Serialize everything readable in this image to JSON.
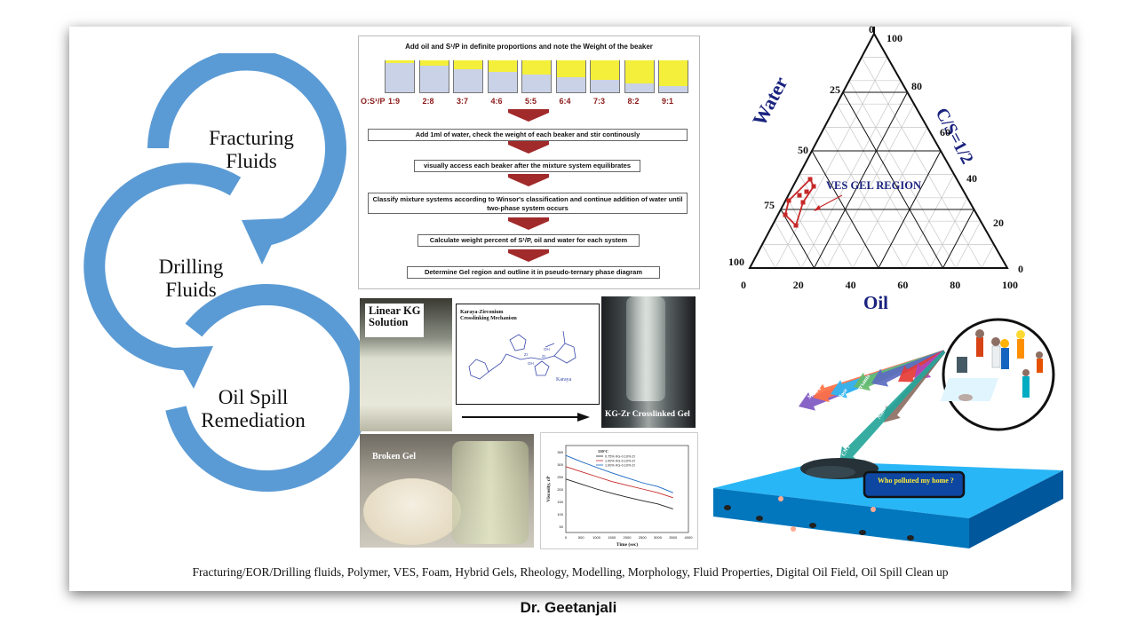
{
  "cycle": {
    "label_1": "Fracturing\nFluids",
    "label_2": "Drilling\nFluids",
    "label_3": "Oil Spill\nRemediation",
    "arrow_color": "#5b9bd5"
  },
  "flowchart": {
    "title": "Add oil and S¹/P in definite proportions and note the Weight of the beaker",
    "ratio_prefix": "O:S¹/P",
    "ratios": [
      "1:9",
      "2:8",
      "3:7",
      "4:6",
      "5:5",
      "6:4",
      "7:3",
      "8:2",
      "9:1"
    ],
    "oil_fractions": [
      0.1,
      0.2,
      0.3,
      0.4,
      0.5,
      0.6,
      0.7,
      0.8,
      0.9
    ],
    "steps": [
      "Add 1ml of water, check the weight of each beaker and stir continously",
      "visually access each beaker after the mixture system equilibrates",
      "Classify mixture systems according to Winsor's classification and continue addition of water until two-phase system occurs",
      "Calculate weight percent of S¹/P, oil and water for each system",
      "Determine Gel region and outline it in pseudo-ternary phase diagram"
    ]
  },
  "ternary": {
    "axis_water": "Water",
    "axis_oil": "Oil",
    "axis_cs": "C/S=1/2",
    "region_label": "VES GEL REGION",
    "oil_ticks": [
      "0",
      "20",
      "40",
      "60",
      "80",
      "100"
    ],
    "water_ticks": [
      "0",
      "25",
      "50",
      "75",
      "100"
    ],
    "cs_ticks": [
      "100",
      "80",
      "60",
      "40",
      "20",
      "0"
    ]
  },
  "photos": {
    "linear_label": "Linear KG Solution",
    "mechanism_title": "Karaya-Zirconium Crosslinking Mechanism",
    "mechanism_karaya": "Karaya",
    "crosslinked_label": "KG-Zr Crosslinked Gel",
    "broken_label": "Broken Gel"
  },
  "viscosity_chart": {
    "ylabel": "Viscosity, cP",
    "xlabel": "Time (sec)",
    "temp": "130°C",
    "legend": [
      "0.75% KG-0.10% Zr",
      "1.00% KG-0.10% Zr",
      "1.00% KG-0.10% Zr"
    ],
    "yticks": [
      "50",
      "100",
      "150",
      "200",
      "250",
      "300",
      "350"
    ],
    "xticks": [
      "0",
      "500",
      "1000",
      "1500",
      "2000",
      "2500",
      "3000",
      "3500",
      "4000"
    ]
  },
  "oil_spill": {
    "speech": "Who polluted my home ?",
    "arrows": [
      "MNPs",
      "Sorbents",
      "Nanocellulose",
      "Nano dispersants",
      "Nanomembranes",
      "CNT"
    ]
  },
  "footer": "Fracturing/EOR/Drilling  fluids, Polymer, VES, Foam, Hybrid Gels, Rheology, Modelling,  Morphology, Fluid Properties, Digital  Oil Field, Oil Spill Clean up",
  "author": "Dr. Geetanjali"
}
